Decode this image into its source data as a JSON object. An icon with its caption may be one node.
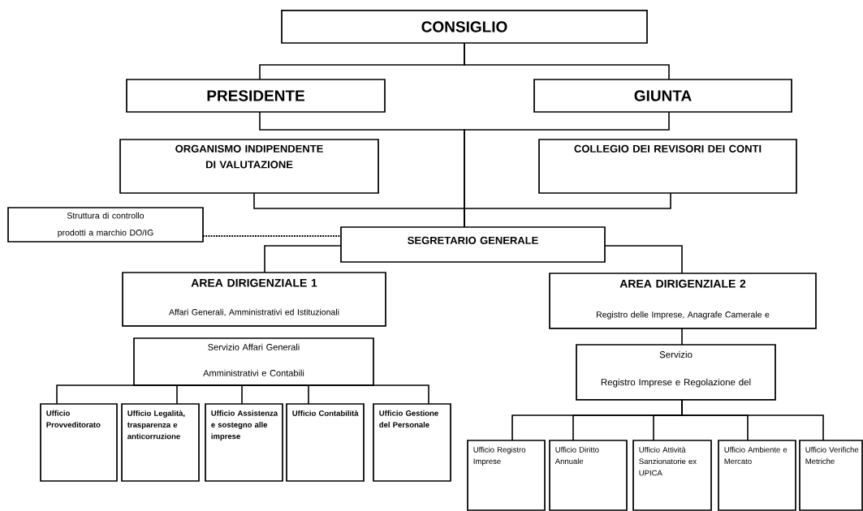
{
  "diagram": {
    "nodes": [
      {
        "text": [
          "CONSIGLIO"
        ]
      },
      {
        "text": [
          "PRESIDENTE"
        ]
      },
      {
        "text": [
          "GIUNTA"
        ]
      },
      {
        "text": [
          "ORGANISMO INDIPENDENTE DI VALUTAZIONE"
        ]
      },
      {
        "text": [
          "COLLEGIO DEI REVISORI DEI CONTI"
        ]
      },
      {
        "text": [
          "Struttura di controllo",
          "prodotti a marchio DO/IG"
        ]
      },
      {
        "text": [
          "SEGRETARIO GENERALE"
        ]
      },
      {
        "text": [
          "AREA DIRIGENZIALE 1",
          "Affari Generali, Amministrativi ed Istituzionali"
        ]
      },
      {
        "text": [
          "Servizio Affari Generali",
          "Amministrativi e Contabili"
        ]
      },
      {
        "text": [
          "AREA DIRIGENZIALE 2",
          "Registro delle Imprese, Anagrafe Camerale e"
        ]
      },
      {
        "text": [
          "Servizio",
          "Registro Imprese e Regolazione del"
        ]
      },
      {
        "text": [
          "Ufficio Provveditorato"
        ]
      },
      {
        "text": [
          "Ufficio Legalità, trasparenza e anticorruzione"
        ]
      },
      {
        "text": [
          "Ufficio Assistenza e sostegno alle imprese"
        ]
      },
      {
        "text": [
          "Ufficio Contabilità"
        ]
      },
      {
        "text": [
          "Ufficio Gestione del Personale"
        ]
      },
      {
        "text": [
          "Ufficio Registro Imprese"
        ]
      },
      {
        "text": [
          "Ufficio Diritto Annuale"
        ]
      },
      {
        "text": [
          "Ufficio Attività Sanzionatorie ex UPICA"
        ]
      },
      {
        "text": [
          "Ufficio Ambiente e Mercato"
        ]
      },
      {
        "text": [
          "Ufficio Verifiche Metriche"
        ]
      }
    ],
    "edges": [
      {
        "from": 0,
        "to": 1,
        "arrow": "none"
      },
      {
        "from": 0,
        "to": 2,
        "arrow": "none"
      },
      {
        "from": 1,
        "to": 6,
        "arrow": "none"
      },
      {
        "from": 2,
        "to": 6,
        "arrow": "none"
      },
      {
        "from": 3,
        "to": 6,
        "arrow": "none"
      },
      {
        "from": 4,
        "to": 6,
        "arrow": "none"
      },
      {
        "from": 5,
        "to": 6,
        "arrow": "none",
        "style": "dashed"
      },
      {
        "from": 6,
        "to": 7,
        "arrow": "none"
      },
      {
        "from": 6,
        "to": 9,
        "arrow": "none"
      },
      {
        "from": 8,
        "to": 11,
        "arrow": "none"
      },
      {
        "from": 8,
        "to": 12,
        "arrow": "none"
      },
      {
        "from": 8,
        "to": 13,
        "arrow": "none"
      },
      {
        "from": 8,
        "to": 14,
        "arrow": "none"
      },
      {
        "from": 8,
        "to": 15,
        "arrow": "none"
      },
      {
        "from": 9,
        "to": 10,
        "arrow": "none"
      },
      {
        "from": 10,
        "to": 16,
        "arrow": "none"
      },
      {
        "from": 10,
        "to": 17,
        "arrow": "none"
      },
      {
        "from": 10,
        "to": 18,
        "arrow": "none"
      },
      {
        "from": 10,
        "to": 19,
        "arrow": "none"
      },
      {
        "from": 10,
        "to": 20,
        "arrow": "none"
      }
    ]
  }
}
